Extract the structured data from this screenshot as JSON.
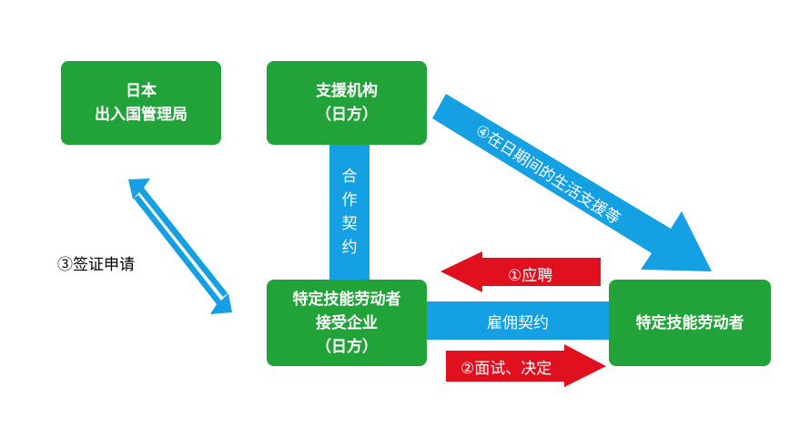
{
  "nodes": {
    "immigration": {
      "line1": "日本",
      "line2": "出入国管理局"
    },
    "support": {
      "line1": "支援机构",
      "line2": "（日方）"
    },
    "employer": {
      "line1": "特定技能劳动者",
      "line2": "接受企业",
      "line3": "（日方）"
    },
    "worker": {
      "line1": "特定技能劳动者"
    }
  },
  "edges": {
    "cooperation": {
      "chars": [
        "合",
        "作",
        "契",
        "约"
      ]
    },
    "employment": {
      "label": "雇佣契约"
    },
    "apply": {
      "label": "①应聘"
    },
    "interview": {
      "label": "②面试、决定"
    },
    "visa": {
      "label": "③签证申请"
    },
    "life_support": {
      "label": "④在日期间的生活支援等"
    }
  },
  "colors": {
    "node_green": "#22a33a",
    "link_blue": "#14a0e3",
    "arrow_red": "#e0101f"
  }
}
